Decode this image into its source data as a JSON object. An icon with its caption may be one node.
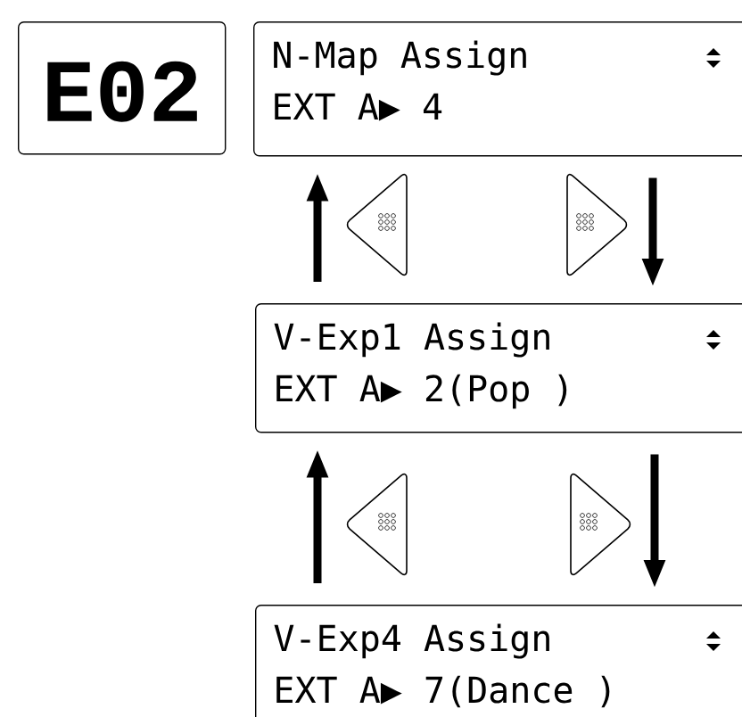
{
  "diagram": {
    "nodes": [
      {
        "text": [
          "E02"
        ]
      },
      {
        "text": [
          "N-Map Assign",
          "EXT A▶ 4"
        ]
      },
      {
        "text": [
          "V-Exp1 Assign",
          "EXT A▶ 2(Pop )"
        ]
      },
      {
        "text": [
          "V-Exp4 Assign",
          "EXT A▶ 7(Dance )"
        ]
      }
    ],
    "edges": [
      {
        "from": 2,
        "to": 1,
        "arrow": "to"
      },
      {
        "from": 1,
        "to": 2,
        "arrow": "to"
      },
      {
        "from": 3,
        "to": 2,
        "arrow": "to"
      },
      {
        "from": 2,
        "to": 3,
        "arrow": "to"
      }
    ]
  }
}
